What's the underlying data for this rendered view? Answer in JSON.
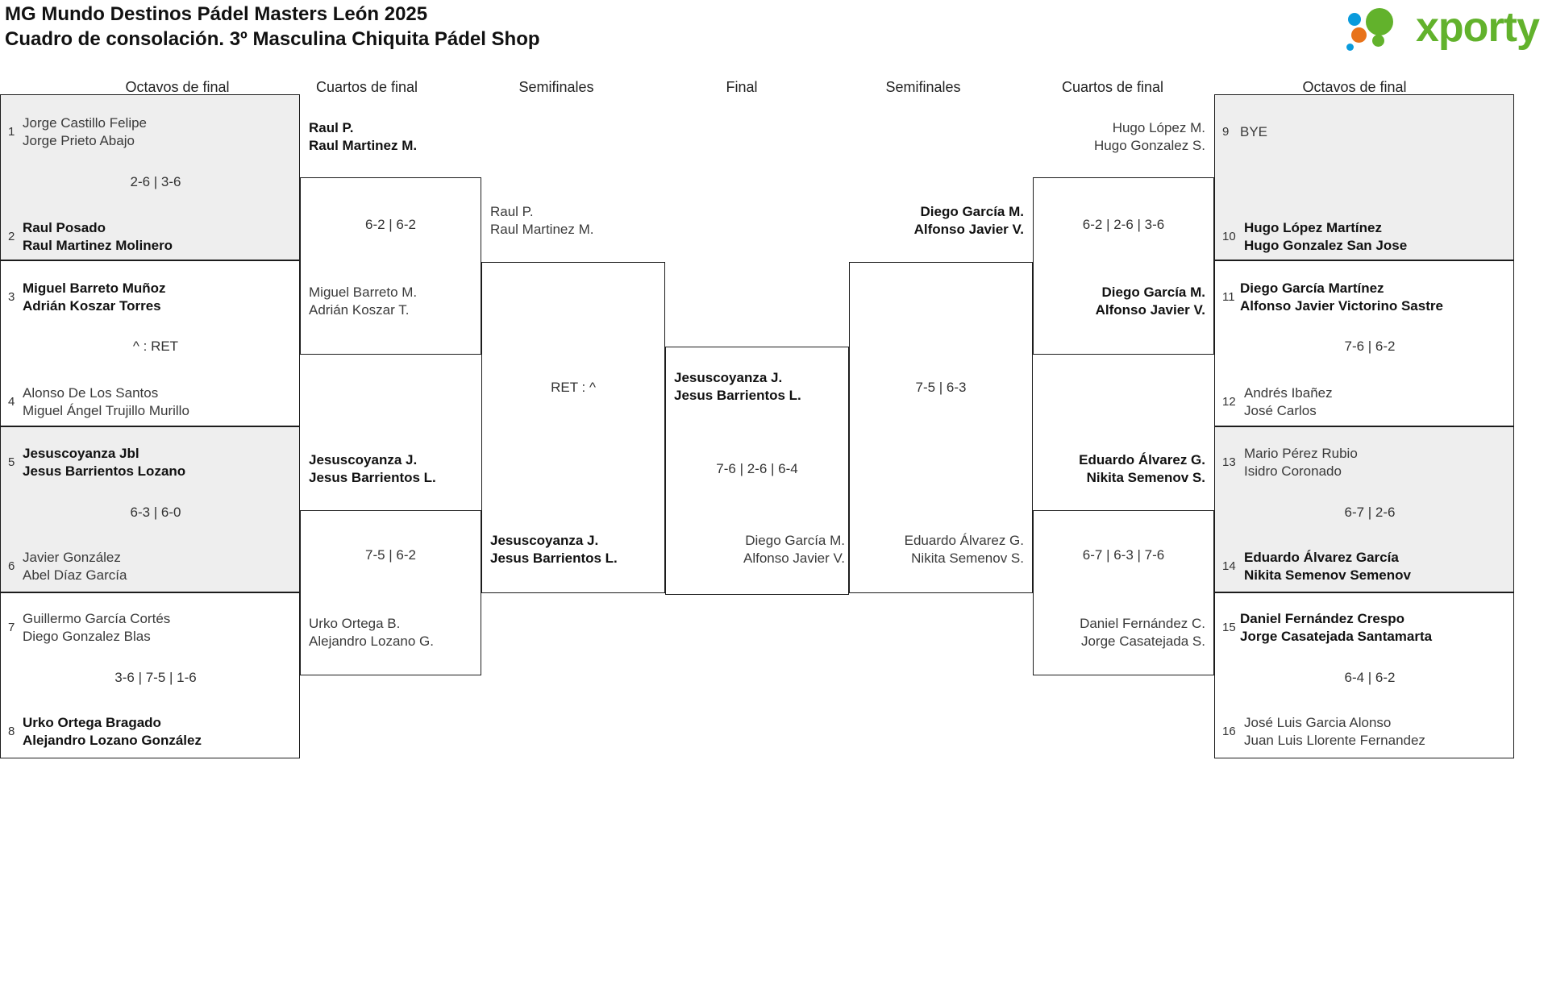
{
  "header": {
    "title_line1": "MG Mundo Destinos Pádel Masters León 2025",
    "title_line2": "Cuadro de consolación. 3º Masculina Chiquita Pádel Shop",
    "logo_text": "xporty",
    "logo_colors": {
      "green": "#62b22c",
      "blue": "#0a9bdc",
      "orange": "#e8731a"
    }
  },
  "round_headers": [
    {
      "label": "Octavos de final"
    },
    {
      "label": "Cuartos de final"
    },
    {
      "label": "Semifinales"
    },
    {
      "label": "Final"
    },
    {
      "label": "Semifinales"
    },
    {
      "label": "Cuartos de final"
    },
    {
      "label": "Octavos de final"
    }
  ],
  "chart_data": {
    "type": "table",
    "title": "MG Mundo Destinos Pádel Masters León 2025 — Cuadro de consolación. 3º Masculina Chiquita Pádel Shop",
    "left_r16": [
      {
        "seed": "1",
        "l1": "Jorge Castillo Felipe",
        "l2": "Jorge Prieto Abajo",
        "winner": false
      },
      {
        "seed": "2",
        "l1": "Raul Posado",
        "l2": "Raul Martinez Molinero",
        "winner": true
      },
      {
        "seed": "3",
        "l1": "Miguel Barreto Muñoz",
        "l2": "Adrián Koszar Torres",
        "winner": true
      },
      {
        "seed": "4",
        "l1": "Alonso De Los Santos",
        "l2": "Miguel Ángel Trujillo Murillo",
        "winner": false
      },
      {
        "seed": "5",
        "l1": "Jesuscoyanza Jbl",
        "l2": "Jesus Barrientos Lozano",
        "winner": true
      },
      {
        "seed": "6",
        "l1": "Javier González",
        "l2": "Abel Díaz García",
        "winner": false
      },
      {
        "seed": "7",
        "l1": "Guillermo García Cortés",
        "l2": "Diego Gonzalez Blas",
        "winner": false
      },
      {
        "seed": "8",
        "l1": "Urko Ortega Bragado",
        "l2": "Alejandro Lozano González",
        "winner": true
      }
    ],
    "left_r16_scores": [
      "2-6 | 3-6",
      "^ : RET",
      "6-3 | 6-0",
      "3-6 | 7-5 | 1-6"
    ],
    "left_qf": [
      {
        "l1": "Raul P.",
        "l2": "Raul Martinez M.",
        "winner": true
      },
      {
        "l1": "Miguel Barreto M.",
        "l2": "Adrián Koszar T.",
        "winner": false
      },
      {
        "l1": "Jesuscoyanza J.",
        "l2": "Jesus Barrientos L.",
        "winner": true
      },
      {
        "l1": "Urko Ortega B.",
        "l2": "Alejandro Lozano G.",
        "winner": false
      }
    ],
    "left_qf_scores": [
      "6-2 | 6-2",
      "7-5 | 6-2"
    ],
    "left_sf": [
      {
        "l1": "Raul P.",
        "l2": "Raul Martinez M.",
        "winner": false
      },
      {
        "l1": "Jesuscoyanza J.",
        "l2": "Jesus Barrientos L.",
        "winner": true
      }
    ],
    "left_sf_scores": [
      "RET : ^"
    ],
    "final": [
      {
        "l1": "Jesuscoyanza J.",
        "l2": "Jesus Barrientos L.",
        "winner": true
      },
      {
        "l1": "Diego García M.",
        "l2": "Alfonso Javier V.",
        "winner": false
      }
    ],
    "final_scores": [
      "7-6 | 2-6 | 6-4"
    ],
    "right_sf": [
      {
        "l1": "Diego García M.",
        "l2": "Alfonso Javier V.",
        "winner": true
      },
      {
        "l1": "Eduardo Álvarez G.",
        "l2": "Nikita Semenov S.",
        "winner": false
      }
    ],
    "right_sf_scores": [
      "7-5 | 6-3"
    ],
    "right_qf": [
      {
        "l1": "Hugo López M.",
        "l2": "Hugo Gonzalez S.",
        "winner": false
      },
      {
        "l1": "Diego García M.",
        "l2": "Alfonso Javier V.",
        "winner": true
      },
      {
        "l1": "Eduardo Álvarez G.",
        "l2": "Nikita Semenov S.",
        "winner": true
      },
      {
        "l1": "Daniel Fernández C.",
        "l2": "Jorge Casatejada S.",
        "winner": false
      }
    ],
    "right_qf_scores": [
      "6-2 | 2-6 | 3-6",
      "6-7 | 6-3 | 7-6"
    ],
    "right_r16": [
      {
        "seed": "9",
        "l1": "BYE",
        "l2": "",
        "winner": false
      },
      {
        "seed": "10",
        "l1": "Hugo López Martínez",
        "l2": "Hugo Gonzalez San Jose",
        "winner": true
      },
      {
        "seed": "11",
        "l1": "Diego García Martínez",
        "l2": "Alfonso Javier Victorino Sastre",
        "winner": true
      },
      {
        "seed": "12",
        "l1": "Andrés Ibañez",
        "l2": "José Carlos",
        "winner": false
      },
      {
        "seed": "13",
        "l1": "Mario Pérez Rubio",
        "l2": "Isidro Coronado",
        "winner": false
      },
      {
        "seed": "14",
        "l1": "Eduardo Álvarez García",
        "l2": "Nikita Semenov Semenov",
        "winner": true
      },
      {
        "seed": "15",
        "l1": "Daniel Fernández Crespo",
        "l2": "Jorge Casatejada Santamarta",
        "winner": true
      },
      {
        "seed": "16",
        "l1": "José Luis Garcia Alonso",
        "l2": "Juan Luis Llorente Fernandez",
        "winner": false
      }
    ],
    "right_r16_scores": [
      "",
      "7-6 | 6-2",
      "6-7 | 2-6",
      "6-4 | 6-2"
    ]
  }
}
